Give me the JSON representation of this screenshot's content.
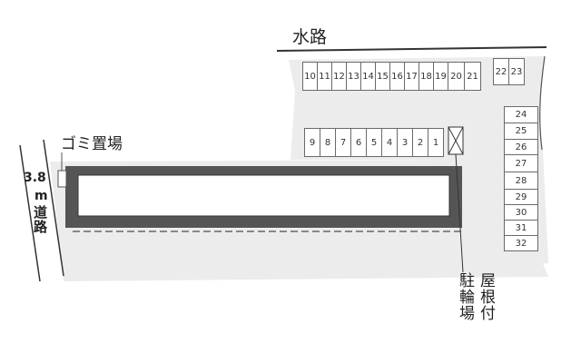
{
  "labels": {
    "waterway": "水路",
    "garbage": "ゴミ置場",
    "road_width": "3.8",
    "road_unit": "m",
    "road_name": "道路",
    "bicycle_parking": "駐輪場",
    "roofed": "屋根付"
  },
  "parking": {
    "top_row": [
      "10",
      "11",
      "12",
      "13",
      "14",
      "15",
      "16",
      "17",
      "18",
      "19",
      "20",
      "21",
      "22",
      "23"
    ],
    "middle_row": [
      "9",
      "8",
      "7",
      "6",
      "5",
      "4",
      "3",
      "2",
      "1"
    ],
    "right_column": [
      "24",
      "25",
      "26",
      "27",
      "28",
      "29",
      "30",
      "31",
      "32"
    ]
  },
  "colors": {
    "lot": "#ececec",
    "building_border": "#555555",
    "outline": "#333333"
  }
}
